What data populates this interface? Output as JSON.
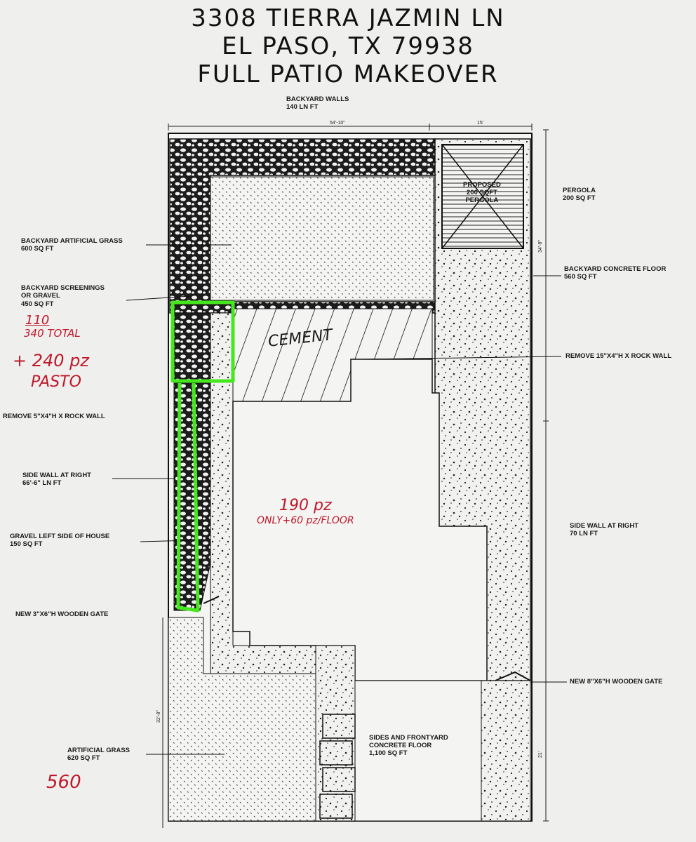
{
  "title": {
    "line1": "3308 TIERRA JAZMIN LN",
    "line2": "EL PASO, TX 79938",
    "line3": "FULL PATIO MAKEOVER"
  },
  "top_label": {
    "name": "BACKYARD WALLS",
    "value": "140 LN FT"
  },
  "dimensions": {
    "top_left": "54'-10\"",
    "top_right": "15'",
    "right_upper": "34'-8\"",
    "right_lower": "21'",
    "left_lower": "32'-8\""
  },
  "left_labels": [
    {
      "id": "backyard-artificial-grass",
      "name": "BACKYARD ARTIFICIAL GRASS",
      "value": "600 SQ FT"
    },
    {
      "id": "backyard-screenings",
      "name": "BACKYARD SCREENINGS\nOR GRAVEL",
      "value": "450 SQ FT"
    },
    {
      "id": "remove-5x4-rock-wall",
      "name": "REMOVE 5\"X4\"H X ROCK WALL",
      "value": ""
    },
    {
      "id": "side-wall-left",
      "name": "SIDE WALL AT RIGHT",
      "value": "66'-6\" LN FT"
    },
    {
      "id": "gravel-left-side",
      "name": "GRAVEL LEFT SIDE OF HOUSE",
      "value": "150 SQ FT"
    },
    {
      "id": "new-3x6-gate",
      "name": "NEW 3\"X6\"H WOODEN GATE",
      "value": ""
    },
    {
      "id": "artificial-grass-front",
      "name": "ARTIFICIAL GRASS",
      "value": "620 SQ FT"
    }
  ],
  "right_labels": [
    {
      "id": "pergola",
      "name": "PERGOLA",
      "value": "200 SQ FT"
    },
    {
      "id": "backyard-concrete-floor",
      "name": "BACKYARD CONCRETE FLOOR",
      "value": "560 SQ FT"
    },
    {
      "id": "remove-15x4-rock-wall",
      "name": "REMOVE 15\"X4\"H X ROCK WALL",
      "value": ""
    },
    {
      "id": "side-wall-right",
      "name": "SIDE WALL AT RIGHT",
      "value": "70 LN FT"
    },
    {
      "id": "new-8x6-gate",
      "name": "NEW 8\"X6\"H WOODEN GATE",
      "value": ""
    }
  ],
  "inner_labels": {
    "pergola_box": "PROPOSED\n200 SQFT\nPERGOLA",
    "sides_front": "SIDES AND FRONTYARD\nCONCRETE FLOOR",
    "sides_front_value": "1,100 SQ FT"
  },
  "handwritten": {
    "total_top": "110",
    "total_bottom": "340 TOTAL",
    "plus_price": "+ 240 pz",
    "pasto": "PASTO",
    "cement": "CEMENT",
    "price_190": "190 pz",
    "only_floor": "ONLY+60 pz/FLOOR",
    "grass_560": "560"
  },
  "colors": {
    "paper": "#efefee",
    "ink": "#111111",
    "red_ink": "#c0182a",
    "highlight": "#44e81c"
  }
}
